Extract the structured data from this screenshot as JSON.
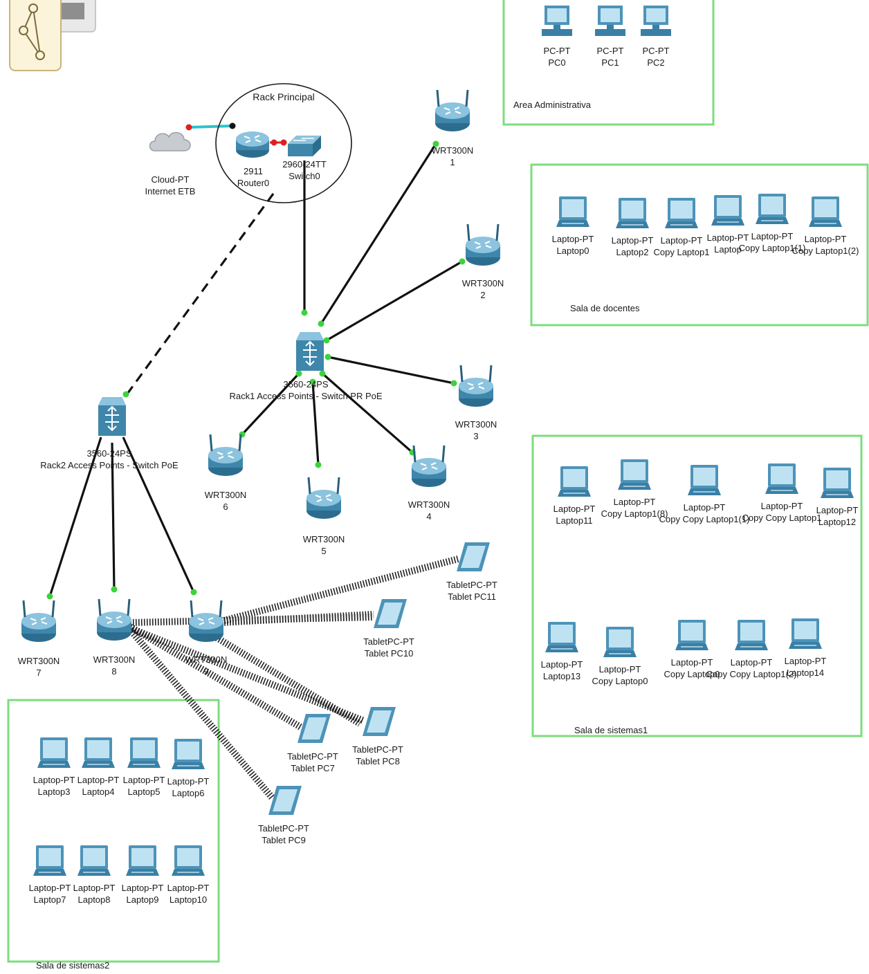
{
  "toolbar": {
    "icon": "topology-icon"
  },
  "rack_principal": {
    "label": "Rack Principal"
  },
  "cloud": {
    "type": "Cloud-PT",
    "name": "Internet ETB"
  },
  "router": {
    "type": "2911",
    "name": "Router0"
  },
  "switch0": {
    "type": "2960-24TT",
    "name": "Switch0"
  },
  "rack1": {
    "type": "3560-24PS",
    "label": "Rack1 Access Points - Switch PR PoE"
  },
  "rack2": {
    "type": "3560-24PS",
    "label": "Rack2 Access Points - Switch PoE"
  },
  "aps": [
    {
      "type": "WRT300N",
      "name": "1"
    },
    {
      "type": "WRT300N",
      "name": "2"
    },
    {
      "type": "WRT300N",
      "name": "3"
    },
    {
      "type": "WRT300N",
      "name": "4"
    },
    {
      "type": "WRT300N",
      "name": "5"
    },
    {
      "type": "WRT300N",
      "name": "6"
    },
    {
      "type": "WRT300N",
      "name": "7"
    },
    {
      "type": "WRT300N",
      "name": "8"
    },
    {
      "type": "WRT300N",
      "name": "9"
    }
  ],
  "tablets": [
    {
      "type": "TabletPC-PT",
      "name": "Tablet PC11"
    },
    {
      "type": "TabletPC-PT",
      "name": "Tablet PC10"
    },
    {
      "type": "TabletPC-PT",
      "name": "Tablet PC7"
    },
    {
      "type": "TabletPC-PT",
      "name": "Tablet PC8"
    },
    {
      "type": "TabletPC-PT",
      "name": "Tablet PC9"
    }
  ],
  "zones": [
    {
      "name": "Area Administrativa",
      "devices": [
        {
          "type": "PC-PT",
          "name": "PC0"
        },
        {
          "type": "PC-PT",
          "name": "PC1"
        },
        {
          "type": "PC-PT",
          "name": "PC2"
        }
      ]
    },
    {
      "name": "Sala de docentes",
      "devices": [
        {
          "type": "Laptop-PT",
          "name": "Laptop0"
        },
        {
          "type": "Laptop-PT",
          "name": "Laptop2"
        },
        {
          "type": "Laptop-PT",
          "name": "Copy Laptop1"
        },
        {
          "type": "Laptop-PT",
          "name": "Laptop"
        },
        {
          "type": "Laptop-PT",
          "name": "Copy Laptop1(1)"
        },
        {
          "type": "Laptop-PT",
          "name": "Copy Laptop1(2)"
        }
      ]
    },
    {
      "name": "Sala de sistemas1",
      "devices": [
        {
          "type": "Laptop-PT",
          "name": "Laptop11"
        },
        {
          "type": "Laptop-PT",
          "name": "Copy Laptop1(8)"
        },
        {
          "type": "Laptop-PT",
          "name": "Copy Copy Laptop1(1)"
        },
        {
          "type": "Laptop-PT",
          "name": "Copy Copy Laptop1"
        },
        {
          "type": "Laptop-PT",
          "name": "Laptop12"
        },
        {
          "type": "Laptop-PT",
          "name": "Laptop13"
        },
        {
          "type": "Laptop-PT",
          "name": "Copy Laptop0"
        },
        {
          "type": "Laptop-PT",
          "name": "Copy Laptop0"
        },
        {
          "type": "Laptop-PT",
          "name": "Copy Copy Laptop1(2)"
        },
        {
          "type": "Laptop-PT",
          "name": "Laptop14"
        }
      ]
    },
    {
      "name": "Sala de sistemas2",
      "devices": [
        {
          "type": "Laptop-PT",
          "name": "Laptop3"
        },
        {
          "type": "Laptop-PT",
          "name": "Laptop4"
        },
        {
          "type": "Laptop-PT",
          "name": "Laptop5"
        },
        {
          "type": "Laptop-PT",
          "name": "Laptop6"
        },
        {
          "type": "Laptop-PT",
          "name": "Laptop7"
        },
        {
          "type": "Laptop-PT",
          "name": "Laptop8"
        },
        {
          "type": "Laptop-PT",
          "name": "Laptop9"
        },
        {
          "type": "Laptop-PT",
          "name": "Laptop10"
        }
      ]
    }
  ],
  "colors": {
    "zone_border": "#7ddc7d",
    "port_up": "#3bd43b",
    "port_down": "#e02020",
    "device_body": "#4d93b8",
    "device_screen": "#bfe2f2",
    "cable": "#111111",
    "fiber": "#2ac4cc"
  }
}
